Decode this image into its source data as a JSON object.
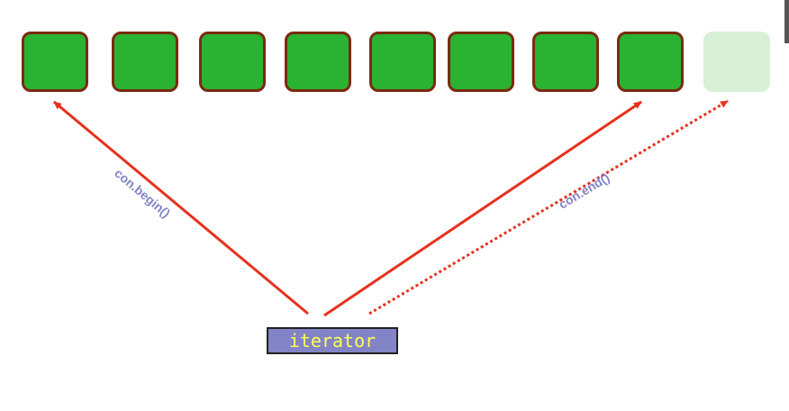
{
  "container": {
    "cell_count": 8,
    "past_end_slot": true
  },
  "labels": {
    "begin": "con.begin()",
    "end": "con.end()",
    "iterator": "iterator"
  },
  "colors": {
    "cell_fill": "#2ab232",
    "cell_border": "#7b2a12",
    "past_end_fill": "#d8f0d6",
    "arrow": "#e8301e",
    "label_text": "#8284c6",
    "iterator_fill": "#8284c6",
    "iterator_text": "#ffff55"
  }
}
